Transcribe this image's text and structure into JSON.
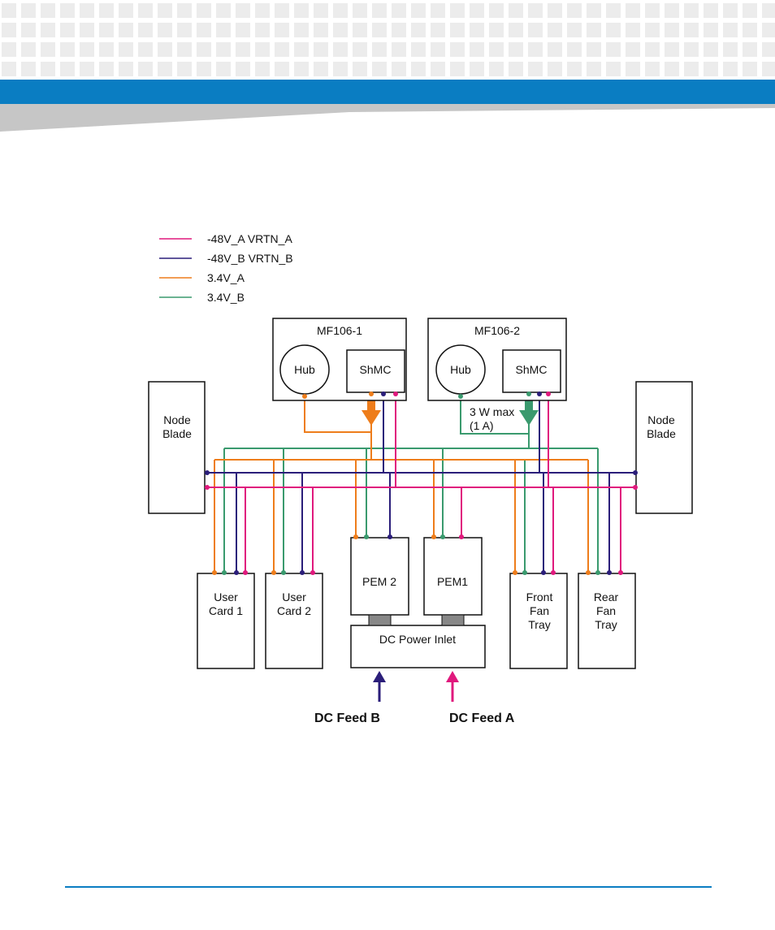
{
  "legend": [
    {
      "label": "-48V_A VRTN_A",
      "color": "#e0197d"
    },
    {
      "label": "-48V_B VRTN_B",
      "color": "#2b1e7a"
    },
    {
      "label": "3.4V_A",
      "color": "#ee7d1b"
    },
    {
      "label": "3.4V_B",
      "color": "#3a9a6e"
    }
  ],
  "blocks": {
    "mf1": {
      "title": "MF106-1",
      "hub": "Hub",
      "shmc": "ShMC"
    },
    "mf2": {
      "title": "MF106-2",
      "hub": "Hub",
      "shmc": "ShMC"
    },
    "node_left": {
      "line1": "Node",
      "line2": "Blade"
    },
    "node_right": {
      "line1": "Node",
      "line2": "Blade"
    },
    "user1": {
      "line1": "User",
      "line2": "Card 1"
    },
    "user2": {
      "line1": "User",
      "line2": "Card 2"
    },
    "pem2": "PEM 2",
    "pem1": "PEM1",
    "dc_inlet": "DC Power Inlet",
    "front_fan": {
      "line1": "Front",
      "line2": "Fan",
      "line3": "Tray"
    },
    "rear_fan": {
      "line1": "Rear",
      "line2": "Fan",
      "line3": "Tray"
    }
  },
  "annotation": {
    "line1": "3 W max",
    "line2": "(1 A)"
  },
  "feeds": {
    "b": "DC Feed B",
    "a": "DC Feed A"
  },
  "colors": {
    "brand_blue": "#0a7dc2",
    "swoosh_gray": "#c6c6c6"
  }
}
